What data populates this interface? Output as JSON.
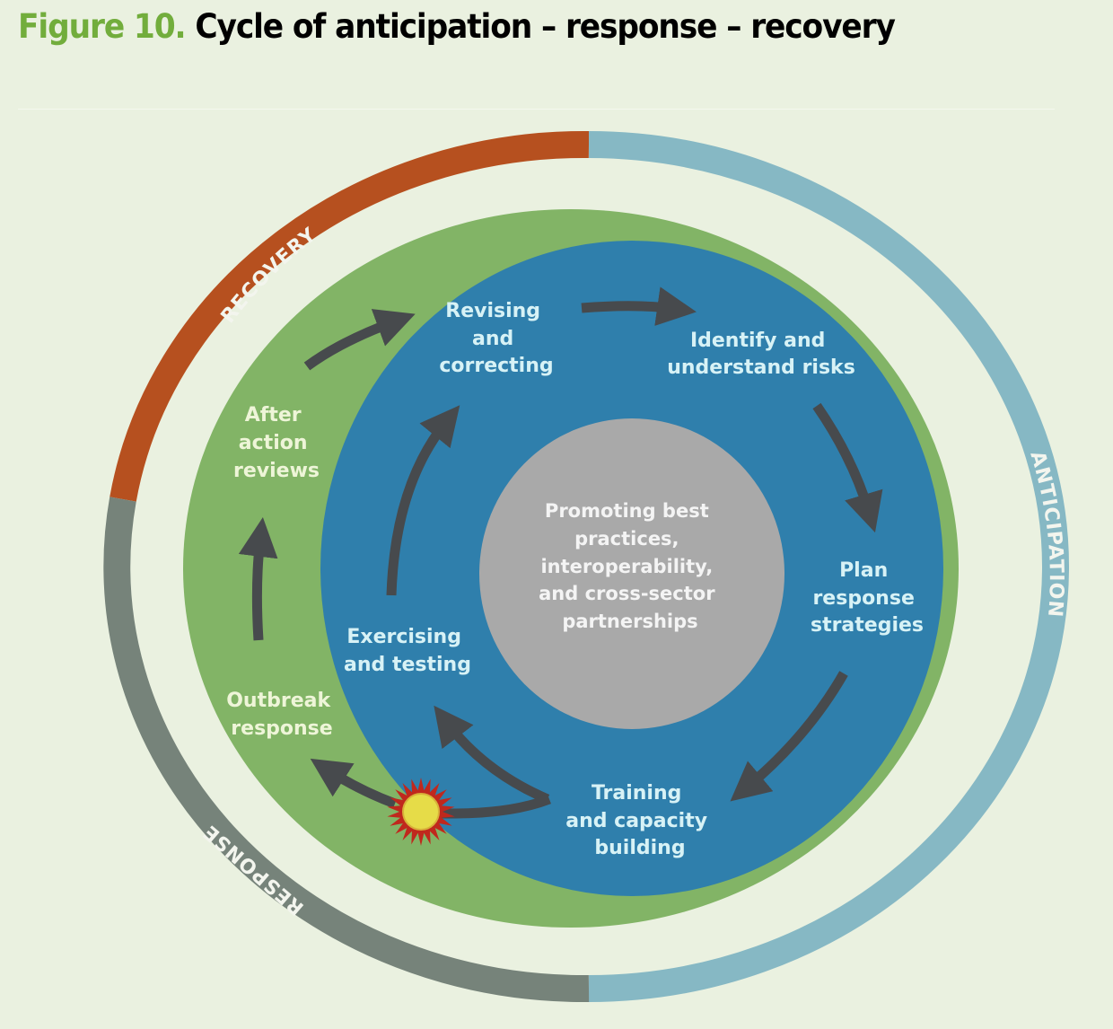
{
  "figure": {
    "number_label": "Figure 10.",
    "title": "Cycle of anticipation – response – recovery"
  },
  "colors": {
    "background": "#eaf1e0",
    "figure_number": "#72ad3c",
    "recovery_ring": "#b6501f",
    "anticipation_ring": "#86b8c4",
    "response_ring": "#76837a",
    "green_zone": "#82b466",
    "blue_zone": "#2f7fac",
    "center_circle": "#a9a9a9",
    "arrow": "#474a4d",
    "outer_label_text": "#f3f5ee",
    "green_text": "#eef5d8",
    "blue_text": "#d7f2f6",
    "center_text": "#f4f4f4",
    "starburst_outer": "#c0281d",
    "starburst_inner": "#e6dc48"
  },
  "outer_ring": {
    "segments": [
      {
        "id": "recovery",
        "label": "RECOVERY"
      },
      {
        "id": "anticipation",
        "label": "ANTICIPATION"
      },
      {
        "id": "response",
        "label": "RESPONSE"
      }
    ]
  },
  "green_zone": {
    "items": [
      {
        "id": "after-action-reviews",
        "lines": [
          "After",
          "action",
          "reviews"
        ]
      },
      {
        "id": "outbreak-response",
        "lines": [
          "Outbreak",
          "response"
        ]
      }
    ]
  },
  "blue_zone": {
    "items": [
      {
        "id": "revising-and-correcting",
        "lines": [
          "Revising",
          "and",
          "correcting"
        ]
      },
      {
        "id": "identify-and-understand-risks",
        "lines": [
          "Identify and",
          "understand risks"
        ]
      },
      {
        "id": "plan-response-strategies",
        "lines": [
          "Plan",
          "response",
          "strategies"
        ]
      },
      {
        "id": "training-and-capacity-building",
        "lines": [
          "Training",
          "and capacity",
          "building"
        ]
      },
      {
        "id": "exercising-and-testing",
        "lines": [
          "Exercising",
          "and testing"
        ]
      }
    ]
  },
  "center": {
    "lines": [
      "Promoting best",
      "practices,",
      "interoperability,",
      "and cross-sector",
      "partnerships"
    ]
  },
  "event_marker": {
    "icon": "outbreak-starburst-icon"
  }
}
